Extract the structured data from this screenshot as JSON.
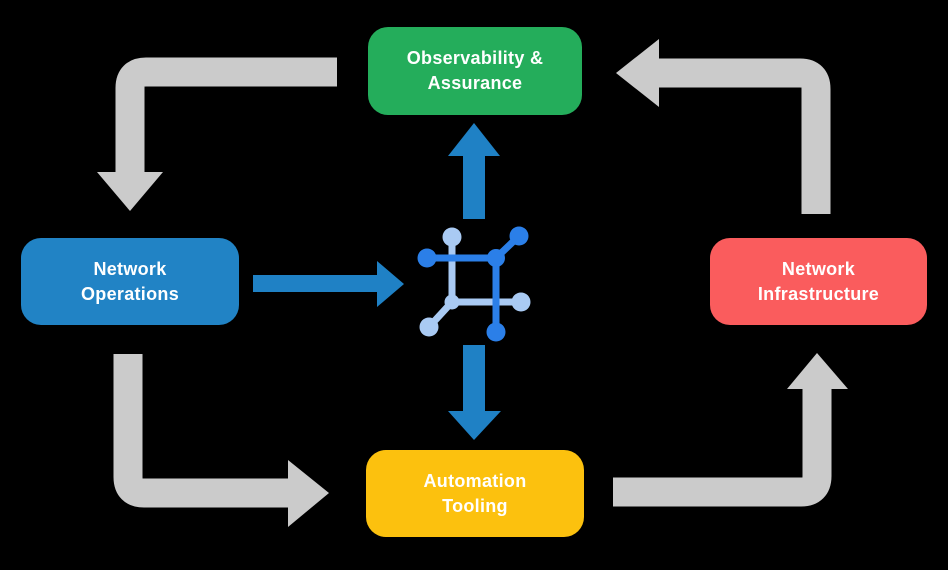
{
  "palette": {
    "green": "#24ad5b",
    "blue": "#2183c5",
    "yellow": "#fcc10e",
    "red": "#fa5c5d",
    "gray_arrow": "#cbcbcb",
    "arrow_blue": "#1f81c5",
    "icon_blue": "#2b7fe8",
    "icon_light_blue": "#a9caf3",
    "text": "#ffffff",
    "background": "#000000"
  },
  "boxes": {
    "observability": {
      "label": "Observability &\nAssurance",
      "color": "#24ad5b"
    },
    "operations": {
      "label": "Network\nOperations",
      "color": "#2183c5"
    },
    "infrastructure": {
      "label": "Network\nInfrastructure",
      "color": "#fa5c5d"
    },
    "automation": {
      "label": "Automation\nTooling",
      "color": "#fcc10e"
    }
  },
  "icon": {
    "name": "connected-nodes-network-icon"
  },
  "flows": [
    {
      "from": "Observability & Assurance",
      "to": "Network Operations",
      "style": "gray-elbow-arrow"
    },
    {
      "from": "Network Operations",
      "to": "Automation Tooling",
      "style": "gray-elbow-arrow"
    },
    {
      "from": "Automation Tooling",
      "to": "Network Infrastructure",
      "style": "gray-elbow-arrow"
    },
    {
      "from": "Network Infrastructure",
      "to": "Observability & Assurance",
      "style": "gray-elbow-arrow"
    },
    {
      "from": "Network Operations",
      "to": "network-icon",
      "style": "blue-straight-arrow"
    },
    {
      "from": "network-icon",
      "to": "Observability & Assurance",
      "style": "blue-straight-arrow"
    },
    {
      "from": "network-icon",
      "to": "Automation Tooling",
      "style": "blue-straight-arrow"
    }
  ]
}
